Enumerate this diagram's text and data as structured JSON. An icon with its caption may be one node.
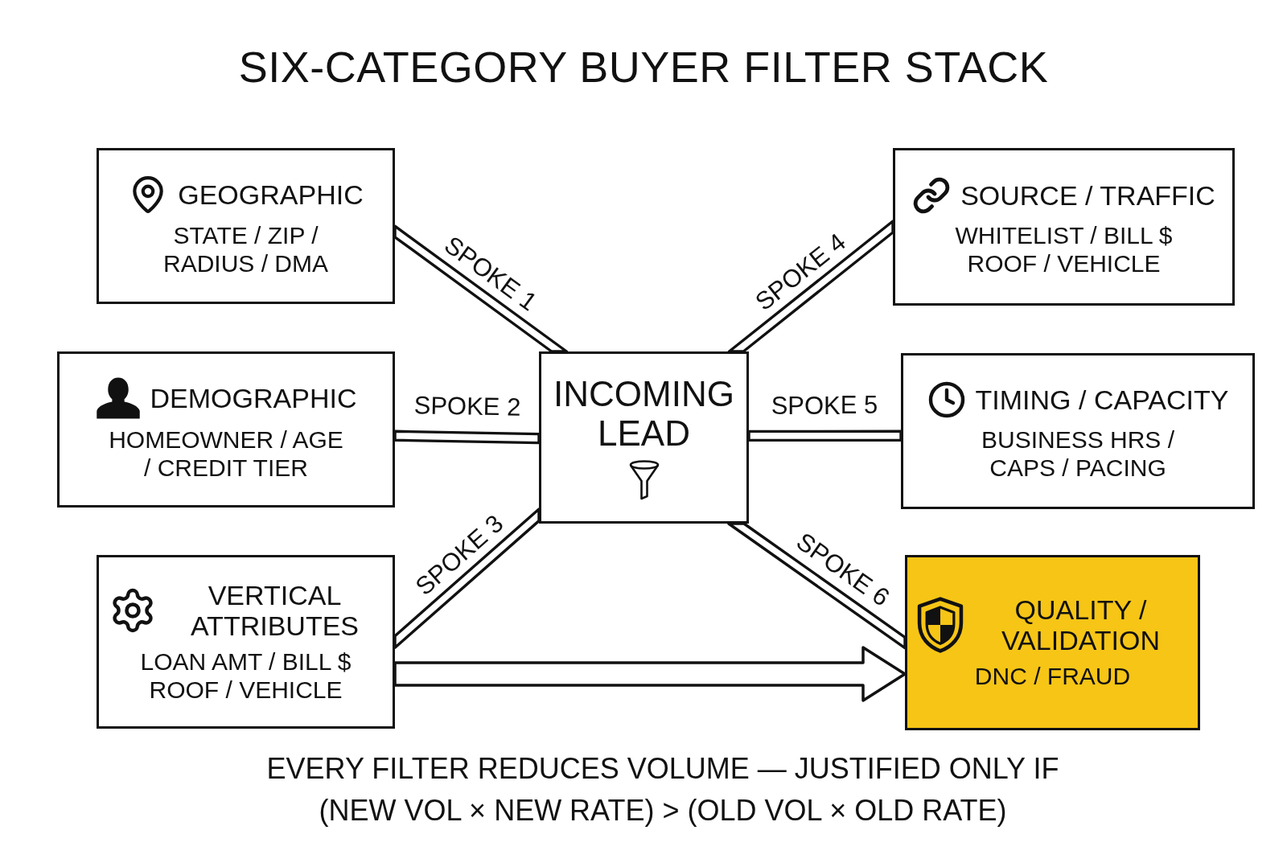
{
  "diagram": {
    "title": "SIX-CATEGORY BUYER FILTER STACK",
    "caption": "EVERY FILTER REDUCES VOLUME — JUSTIFIED ONLY IF (NEW VOL × NEW RATE) > (OLD VOL × OLD RATE)",
    "nodes": [
      {
        "text": [
          "GEOGRAPHIC",
          "STATE / ZIP / RADIUS / DMA"
        ]
      },
      {
        "text": [
          "SOURCE / TRAFFIC",
          "WHITELIST / BILL $ ROOF / VEHICLE"
        ]
      },
      {
        "text": [
          "DEMOGRAPHIC",
          "HOMEOWNER / AGE / CREDIT TIER"
        ]
      },
      {
        "text": [
          "INCOMING LEAD"
        ]
      },
      {
        "text": [
          "TIMING / CAPACITY",
          "BUSINESS HRS / CAPS / PACING"
        ]
      },
      {
        "text": [
          "VERTICAL ATTRIBUTES",
          "LOAN AMT / BILL $ ROOF / VEHICLE"
        ]
      },
      {
        "text": [
          "QUALITY / VALIDATION",
          "DNC / FRAUD"
        ]
      }
    ],
    "edges": [
      {
        "from": 3,
        "to": 0,
        "arrow": "none",
        "label": "SPOKE 1"
      },
      {
        "from": 3,
        "to": 2,
        "arrow": "none",
        "label": "SPOKE 2"
      },
      {
        "from": 3,
        "to": 5,
        "arrow": "none",
        "label": "SPOKE 3"
      },
      {
        "from": 3,
        "to": 1,
        "arrow": "none",
        "label": "SPOKE 4"
      },
      {
        "from": 3,
        "to": 4,
        "arrow": "none",
        "label": "SPOKE 5"
      },
      {
        "from": 3,
        "to": 6,
        "arrow": "none",
        "label": "SPOKE 6"
      },
      {
        "from": 5,
        "to": 6,
        "arrow": "to",
        "style": "thick"
      }
    ]
  }
}
